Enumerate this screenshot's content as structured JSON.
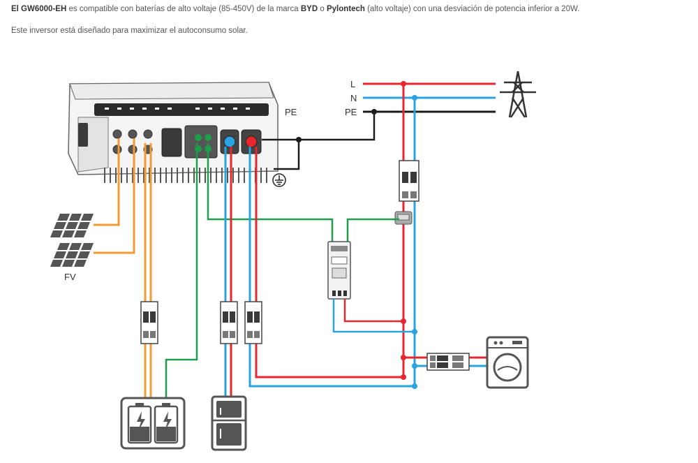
{
  "intro": {
    "model": "El GW6000-EH",
    "text1": " es compatible con baterías de alto voltaje (85-450V) de la marca ",
    "brand1": "BYD",
    "text2": " o ",
    "brand2": "Pylontech",
    "text3": " (alto voltaje) con una desviación de potencia inferior a 20W.",
    "line2": "Este inversor está diseñado para maximizar el autoconsumo solar."
  },
  "diagram": {
    "label_L": "L",
    "label_N": "N",
    "label_PE_grid": "PE",
    "label_PE_inverter": "PE",
    "label_pv": "FV"
  },
  "colors": {
    "live": "#e8262d",
    "neutral": "#2aa3e0",
    "earth": "#1c1c1c",
    "pv": "#f39a34",
    "comm": "#1e9e4a",
    "outline": "#555555"
  }
}
